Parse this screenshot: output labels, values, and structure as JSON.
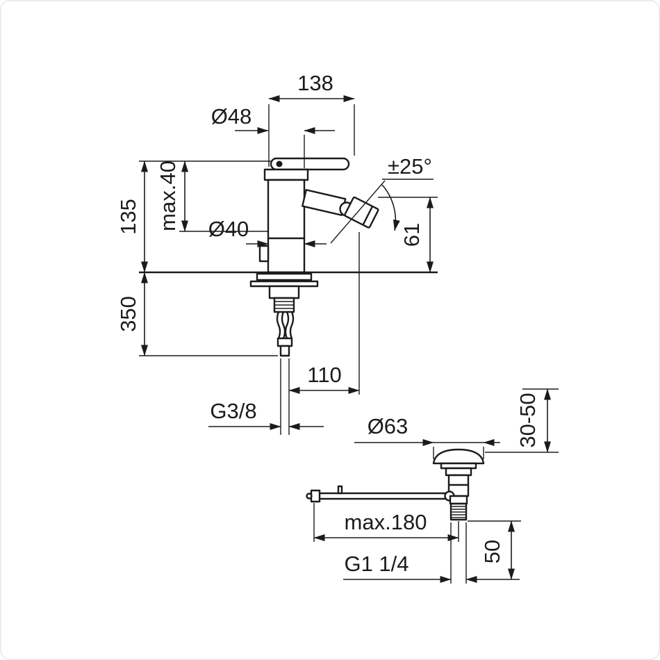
{
  "page": {
    "background": "#ffffff",
    "line_color": "#1b1b1b"
  },
  "faucet_view": {
    "dims": {
      "overall_width": "138",
      "body_diameter": "Ø48",
      "swivel_angle": "±25°",
      "max_deck_thickness": "max.40",
      "body_height": "135",
      "base_diameter": "Ø40",
      "outlet_height": "61",
      "hose_length": "350",
      "spout_projection": "110",
      "supply_thread": "G3/8"
    }
  },
  "waste_view": {
    "dims": {
      "cap_diameter": "Ø63",
      "height_range": "30-50",
      "rod_length": "max.180",
      "waste_thread": "G1 1/4",
      "tail_length": "50"
    }
  }
}
